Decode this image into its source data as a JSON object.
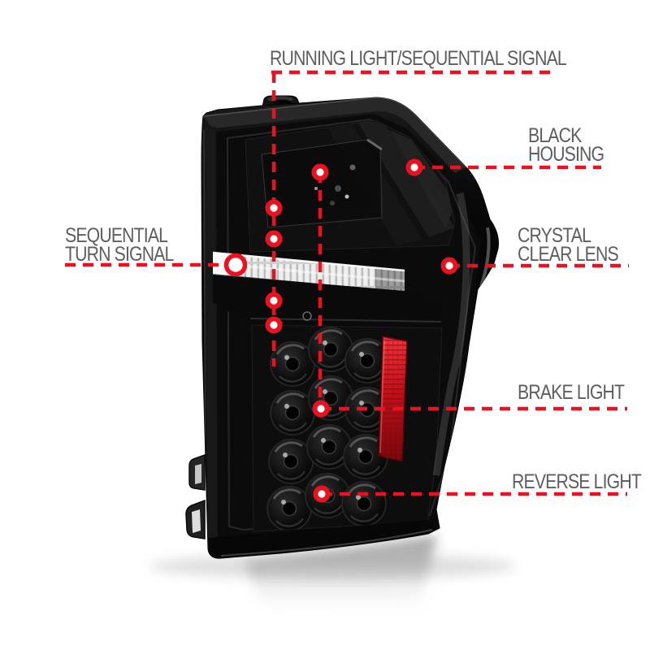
{
  "colors": {
    "background": "#ffffff",
    "accent": "#ea1220",
    "labelText": "#5e5e5e"
  },
  "callouts": {
    "running_signal": {
      "line1": "RUNNING LIGHT/SEQUENTIAL SIGNAL"
    },
    "black_housing": {
      "line1": "BLACK",
      "line2": "HOUSING"
    },
    "sequential_turn": {
      "line1": "SEQUENTIAL",
      "line2": "TURN SIGNAL"
    },
    "crystal_lens": {
      "line1": "CRYSTAL",
      "line2": "CLEAR LENS"
    },
    "brake_light": {
      "line1": "BRAKE LIGHT"
    },
    "reverse_light": {
      "line1": "REVERSE LIGHT"
    }
  }
}
